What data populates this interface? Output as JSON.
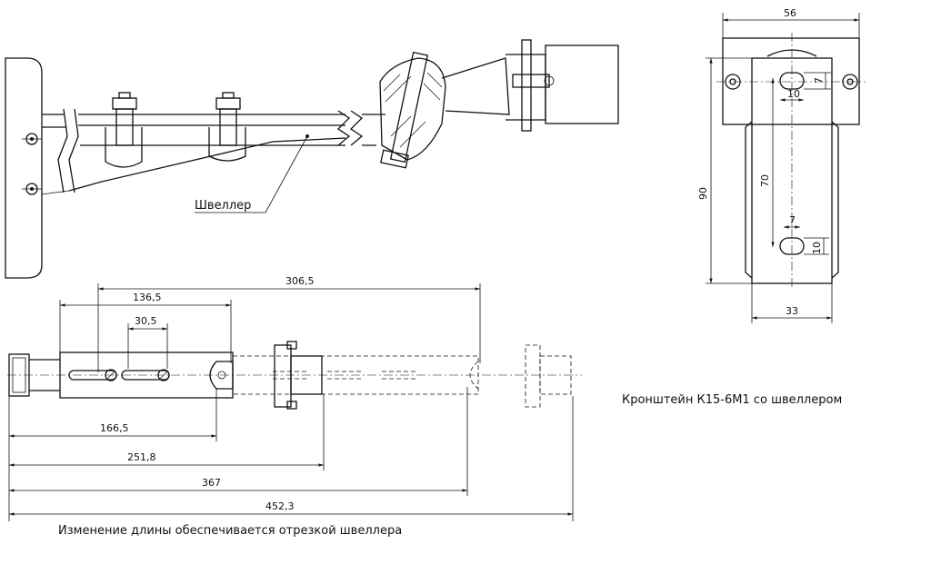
{
  "labels": {
    "channel": "Швеллер",
    "title": "Кронштейн К15-6М1 со швеллером",
    "note": "Изменение длины обеспечивается отрезкой швеллера"
  },
  "dimensions": {
    "d_306_5": "306,5",
    "d_136_5": "136,5",
    "d_30_5": "30,5",
    "d_166_5": "166,5",
    "d_251_8": "251,8",
    "d_367": "367",
    "d_452_3": "452,3",
    "d_56": "56",
    "d_90": "90",
    "d_70": "70",
    "d_33": "33",
    "d_7_top": "7",
    "d_10_top": "10",
    "d_7_bottom": "7",
    "d_10_bottom": "10"
  }
}
